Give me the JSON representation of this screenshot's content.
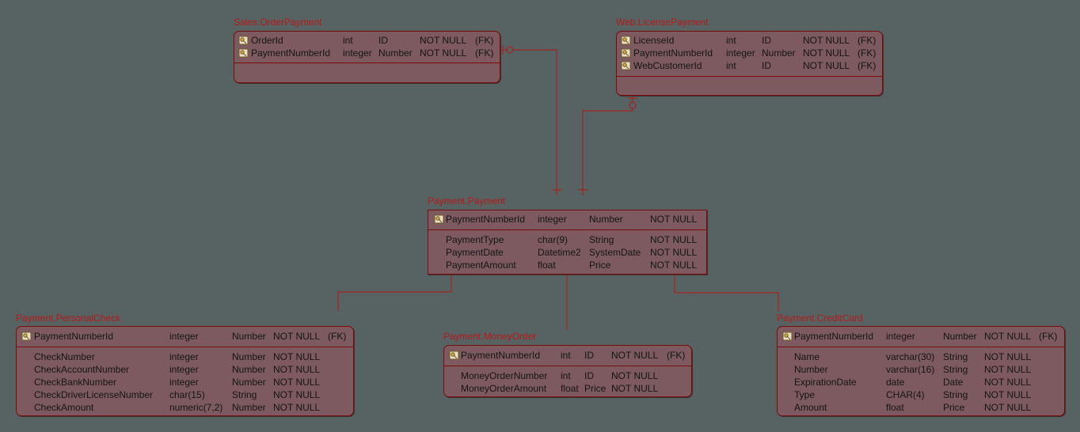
{
  "colors": {
    "background": "#566362",
    "entity_fill": "#7d5a60",
    "entity_border": "#7a0c0c",
    "title_text": "#b81818",
    "connector": "#b41414",
    "key_icon": "#d6b03c"
  },
  "entities": {
    "order_payment": {
      "title": "Sales.OrderPayment",
      "key_rows": [
        {
          "name": "OrderId",
          "type": "int",
          "domain": "ID",
          "nullability": "NOT NULL",
          "key": "(FK)",
          "icon": "key-icon"
        },
        {
          "name": "PaymentNumberId",
          "type": "integer",
          "domain": "Number",
          "nullability": "NOT NULL",
          "key": "(FK)",
          "icon": "key-icon"
        }
      ],
      "attribute_rows": []
    },
    "license_payment": {
      "title": "Web.LicensePayment",
      "key_rows": [
        {
          "name": "LicenseId",
          "type": "int",
          "domain": "ID",
          "nullability": "NOT NULL",
          "key": "(FK)",
          "icon": "key-icon"
        },
        {
          "name": "PaymentNumberId",
          "type": "integer",
          "domain": "Number",
          "nullability": "NOT NULL",
          "key": "(FK)",
          "icon": "key-icon"
        },
        {
          "name": "WebCustomerId",
          "type": "int",
          "domain": "ID",
          "nullability": "NOT NULL",
          "key": "(FK)",
          "icon": "key-icon"
        }
      ],
      "attribute_rows": []
    },
    "payment": {
      "title": "Payment.Payment",
      "key_rows": [
        {
          "name": "PaymentNumberId",
          "type": "integer",
          "domain": "Number",
          "nullability": "NOT NULL",
          "icon": "key-icon"
        }
      ],
      "attribute_rows": [
        {
          "name": "PaymentType",
          "type": "char(9)",
          "domain": "String",
          "nullability": "NOT NULL"
        },
        {
          "name": "PaymentDate",
          "type": "Datetime2",
          "domain": "SystemDate",
          "nullability": "NOT NULL"
        },
        {
          "name": "PaymentAmount",
          "type": "float",
          "domain": "Price",
          "nullability": "NOT NULL"
        }
      ]
    },
    "personal_check": {
      "title": "Payment.PersonalCheck",
      "key_rows": [
        {
          "name": "PaymentNumberId",
          "type": "integer",
          "domain": "Number",
          "nullability": "NOT NULL",
          "key": "(FK)",
          "icon": "key-icon"
        }
      ],
      "attribute_rows": [
        {
          "name": "CheckNumber",
          "type": "integer",
          "domain": "Number",
          "nullability": "NOT NULL"
        },
        {
          "name": "CheckAccountNumber",
          "type": "integer",
          "domain": "Number",
          "nullability": "NOT NULL"
        },
        {
          "name": "CheckBankNumber",
          "type": "integer",
          "domain": "Number",
          "nullability": "NOT NULL"
        },
        {
          "name": "CheckDriverLicenseNumber",
          "type": "char(15)",
          "domain": "String",
          "nullability": "NOT NULL"
        },
        {
          "name": "CheckAmount",
          "type": "numeric(7,2)",
          "domain": "Number",
          "nullability": "NOT NULL"
        }
      ]
    },
    "money_order": {
      "title": "Payment.MoneyOrder",
      "key_rows": [
        {
          "name": "PaymentNumberId",
          "type": "int",
          "domain": "ID",
          "nullability": "NOT NULL",
          "key": "(FK)",
          "icon": "key-icon"
        }
      ],
      "attribute_rows": [
        {
          "name": "MoneyOrderNumber",
          "type": "int",
          "domain": "ID",
          "nullability": "NOT NULL"
        },
        {
          "name": "MoneyOrderAmount",
          "type": "float",
          "domain": "Price",
          "nullability": "NOT NULL"
        }
      ]
    },
    "credit_card": {
      "title": "Payment.CreditCard",
      "key_rows": [
        {
          "name": "PaymentNumberId",
          "type": "integer",
          "domain": "Number",
          "nullability": "NOT NULL",
          "key": "(FK)",
          "icon": "key-icon"
        }
      ],
      "attribute_rows": [
        {
          "name": "Name",
          "type": "varchar(30)",
          "domain": "String",
          "nullability": "NOT NULL"
        },
        {
          "name": "Number",
          "type": "varchar(16)",
          "domain": "String",
          "nullability": "NOT NULL"
        },
        {
          "name": "ExpirationDate",
          "type": "date",
          "domain": "Date",
          "nullability": "NOT NULL"
        },
        {
          "name": "Type",
          "type": "CHAR(4)",
          "domain": "String",
          "nullability": "NOT NULL"
        },
        {
          "name": "Amount",
          "type": "float",
          "domain": "Price",
          "nullability": "NOT NULL"
        }
      ]
    }
  },
  "relationships": [
    {
      "from": "Sales.OrderPayment",
      "to": "Payment.Payment"
    },
    {
      "from": "Web.LicensePayment",
      "to": "Payment.Payment"
    },
    {
      "from": "Payment.Payment",
      "to": "Payment.PersonalCheck"
    },
    {
      "from": "Payment.Payment",
      "to": "Payment.MoneyOrder"
    },
    {
      "from": "Payment.Payment",
      "to": "Payment.CreditCard"
    }
  ]
}
